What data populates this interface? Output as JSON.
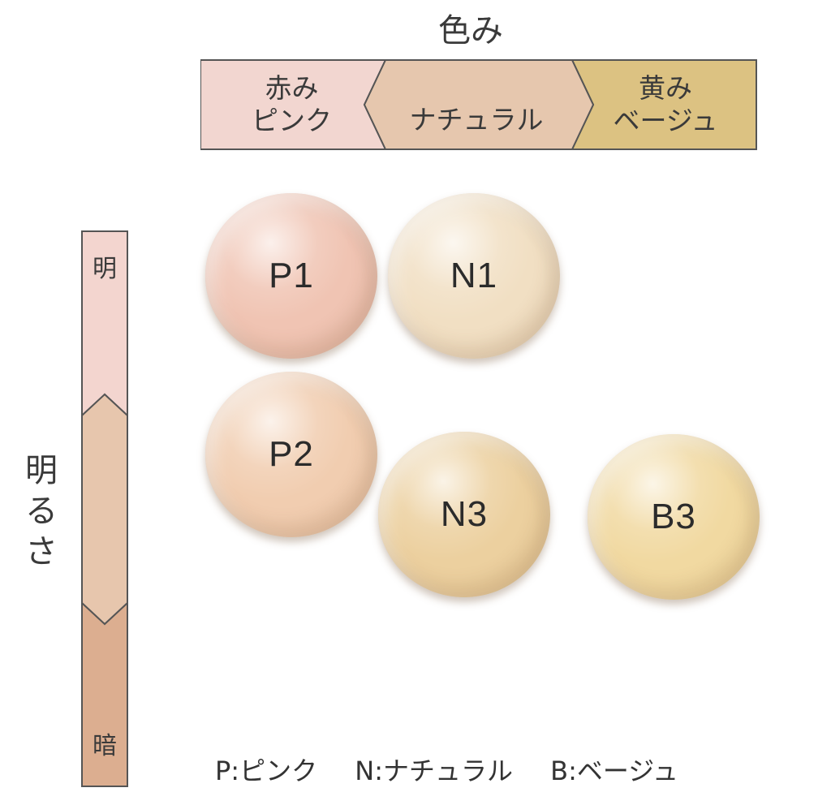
{
  "color_axis": {
    "title": "色み",
    "segments": [
      {
        "label": "赤み\nピンク",
        "color": "#f2d6d0"
      },
      {
        "label": "ナチュラル",
        "color": "#e6c7ae"
      },
      {
        "label": "黄み\nベージュ",
        "color": "#dcc282"
      }
    ]
  },
  "brightness_axis": {
    "title": "明\nる\nさ",
    "light_label": "明",
    "dark_label": "暗",
    "colors": [
      "#f3d5cf",
      "#e7c6ad",
      "#dcae90"
    ]
  },
  "swatches": [
    {
      "id": "P1",
      "label": "P1",
      "color": "#f0c4b3"
    },
    {
      "id": "N1",
      "label": "N1",
      "color": "#f1dfc3"
    },
    {
      "id": "P2",
      "label": "P2",
      "color": "#f1cdb0"
    },
    {
      "id": "N3",
      "label": "N3",
      "color": "#ecd09f"
    },
    {
      "id": "B3",
      "label": "B3",
      "color": "#f1d9a1"
    }
  ],
  "legend": {
    "pink": "P:ピンク",
    "natural": "N:ナチュラル",
    "beige": "B:ベージュ"
  }
}
